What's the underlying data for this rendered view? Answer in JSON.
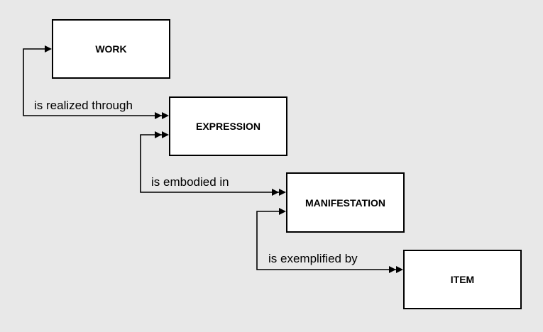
{
  "entities": {
    "work": "WORK",
    "expression": "EXPRESSION",
    "manifestation": "MANIFESTATION",
    "item": "ITEM"
  },
  "relationships": {
    "work_expression": "is realized through",
    "expression_manifestation": "is embodied in",
    "manifestation_item": "is exemplified by"
  },
  "colors": {
    "background": "#e8e8e8",
    "box_fill": "#ffffff",
    "stroke": "#000000"
  }
}
